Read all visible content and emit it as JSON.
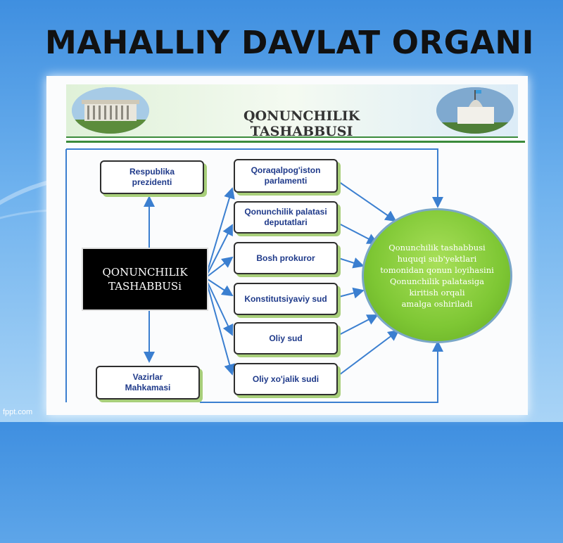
{
  "slide": {
    "title": "MAHALLIY DAVLAT ORGANI",
    "watermark": "fppt.com"
  },
  "banner": {
    "title_line1": "QONUNCHILIK",
    "title_line2": "TASHABBUSI"
  },
  "diagram": {
    "central": "QONUNCHILIK\nTASHABBUSi",
    "president": "Respublika\nprezidenti",
    "ministers": "Vazirlar\nMahkamasi",
    "bodies": [
      "Qoraqalpog'iston\nparlamenti",
      "Qonunchilik palatasi\ndeputatlari",
      "Bosh prokuror",
      "Konstitutsiyaviy sud",
      "Oliy sud",
      "Oliy xo'jalik sudi"
    ],
    "result": "Qonunchilik tashabbusi\nhuquqi sub'yektlari\ntomonidan qonun loyihasini\nQonunchilik palatasiga\nkiritish orqali\namalga oshiriladi"
  },
  "colors": {
    "accent_green": "#7ec734",
    "arrow_blue": "#3b7fd0",
    "box_text": "#1f3a8a"
  }
}
